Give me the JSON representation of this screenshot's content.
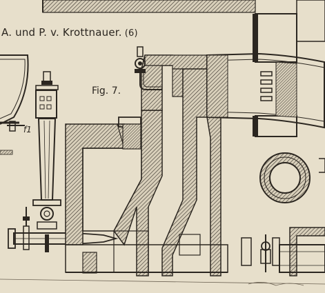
{
  "header": {
    "authors": "A. und P. v. Krottnauer.",
    "plate_number": "(6)"
  },
  "figure": {
    "label": "Fig. 7."
  },
  "annotations": {
    "f1": "f1"
  },
  "colors": {
    "paper": "#e7dfcb",
    "ink": "#2b2620",
    "hatch_fill": "#a89f8b"
  }
}
